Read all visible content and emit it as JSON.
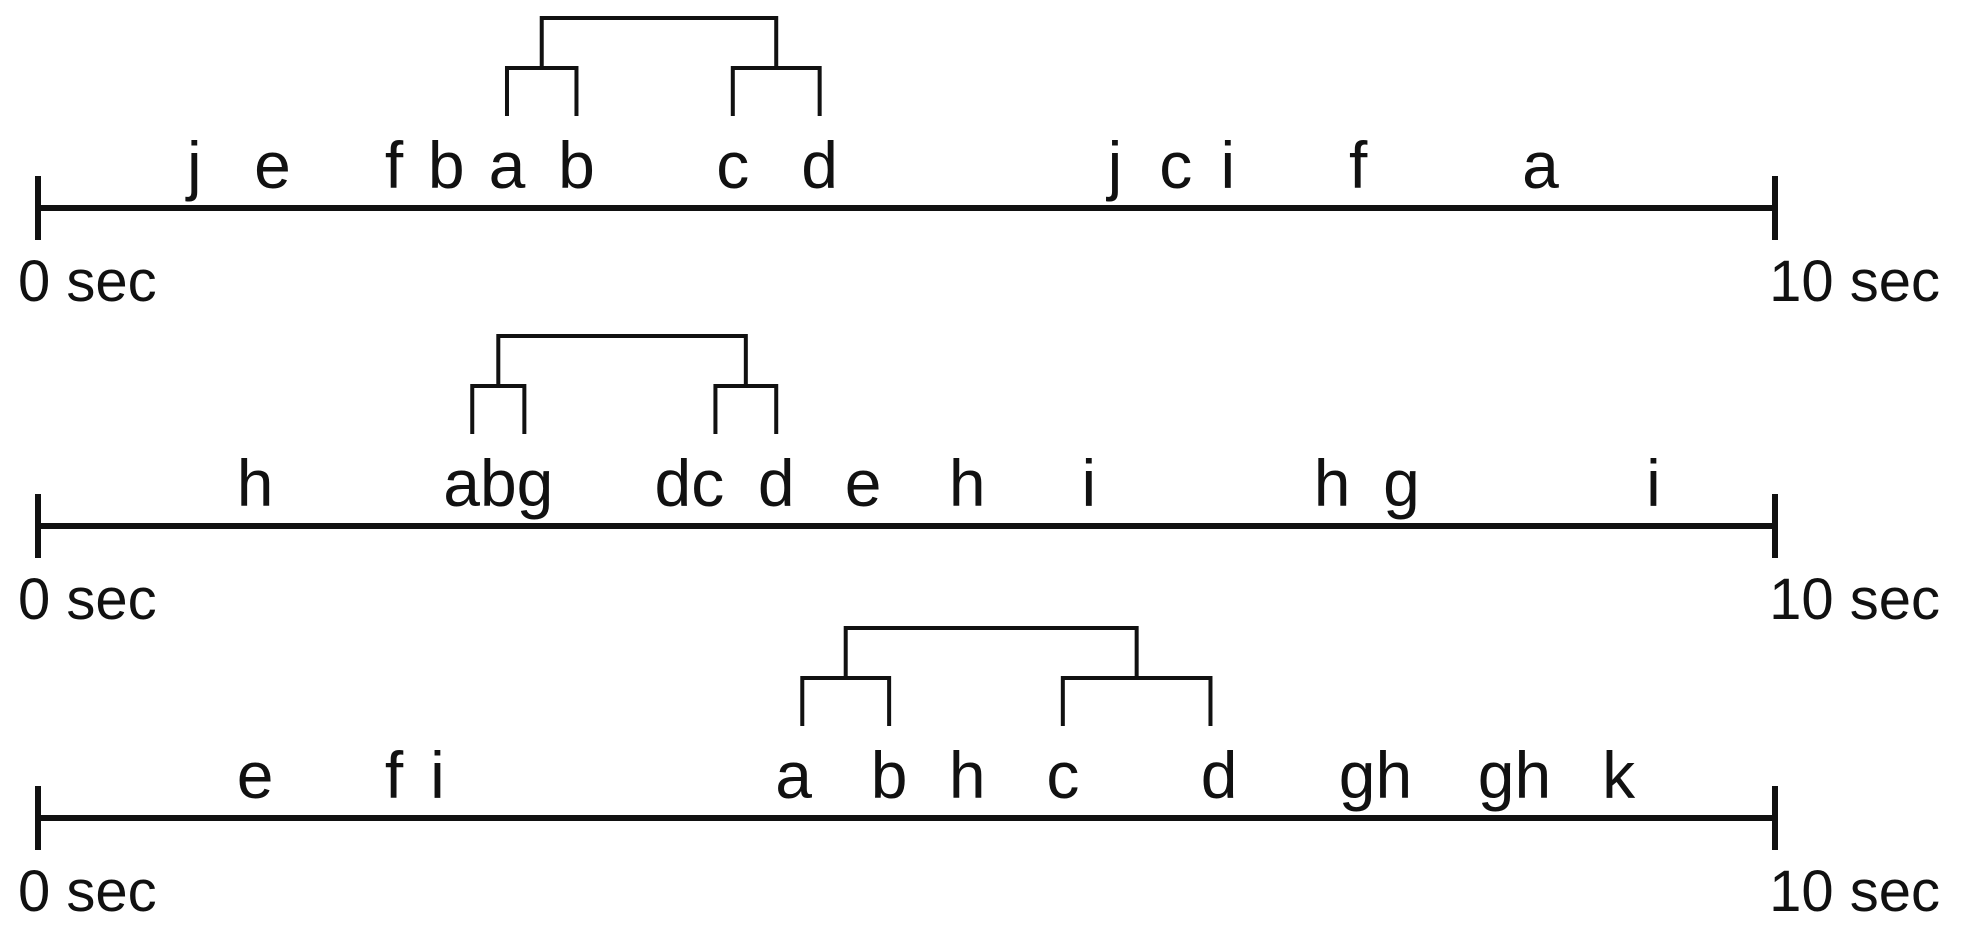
{
  "timelines": [
    {
      "start_label": "0 sec",
      "end_label": "10 sec",
      "events": [
        {
          "letter": "j",
          "t": 0.9
        },
        {
          "letter": "e",
          "t": 1.35
        },
        {
          "letter": "f",
          "t": 2.05
        },
        {
          "letter": "b",
          "t": 2.35
        },
        {
          "letter": "a",
          "t": 2.7
        },
        {
          "letter": "b",
          "t": 3.1
        },
        {
          "letter": "c",
          "t": 4.0
        },
        {
          "letter": "d",
          "t": 4.5
        },
        {
          "letter": "j",
          "t": 6.2
        },
        {
          "letter": "c",
          "t": 6.55
        },
        {
          "letter": "i",
          "t": 6.85
        },
        {
          "letter": "f",
          "t": 7.6
        },
        {
          "letter": "a",
          "t": 8.65
        }
      ],
      "bracket": {
        "left_pair": [
          2.7,
          3.1
        ],
        "right_pair": [
          4.0,
          4.5
        ]
      }
    },
    {
      "start_label": "0 sec",
      "end_label": "10 sec",
      "events": [
        {
          "letter": "h",
          "t": 1.25
        },
        {
          "letter": "abg",
          "t": 2.65
        },
        {
          "letter": "dc",
          "t": 3.75
        },
        {
          "letter": "d",
          "t": 4.25
        },
        {
          "letter": "e",
          "t": 4.75
        },
        {
          "letter": "h",
          "t": 5.35
        },
        {
          "letter": "i",
          "t": 6.05
        },
        {
          "letter": "h",
          "t": 7.45
        },
        {
          "letter": "g",
          "t": 7.85
        },
        {
          "letter": "i",
          "t": 9.3
        }
      ],
      "bracket": {
        "left_pair": [
          2.5,
          2.8
        ],
        "right_pair": [
          3.9,
          4.25
        ]
      }
    },
    {
      "start_label": "0 sec",
      "end_label": "10 sec",
      "events": [
        {
          "letter": "e",
          "t": 1.25
        },
        {
          "letter": "f",
          "t": 2.05
        },
        {
          "letter": "i",
          "t": 2.3
        },
        {
          "letter": "a",
          "t": 4.35
        },
        {
          "letter": "b",
          "t": 4.9
        },
        {
          "letter": "h",
          "t": 5.35
        },
        {
          "letter": "c",
          "t": 5.9
        },
        {
          "letter": "d",
          "t": 6.8
        },
        {
          "letter": "gh",
          "t": 7.7
        },
        {
          "letter": "gh",
          "t": 8.5
        },
        {
          "letter": "k",
          "t": 9.1
        }
      ],
      "bracket": {
        "left_pair": [
          4.4,
          4.9
        ],
        "right_pair": [
          5.9,
          6.75
        ]
      }
    }
  ]
}
